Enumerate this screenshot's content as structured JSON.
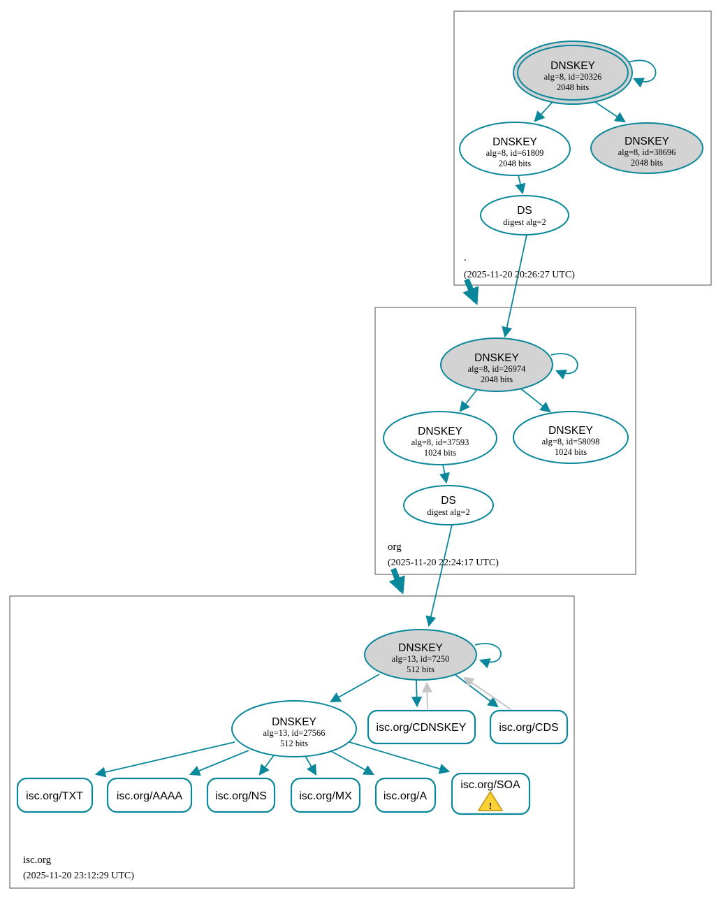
{
  "diagram": {
    "kind": "dnssec-authentication-chain",
    "colors": {
      "secure_edge": "#0a879a",
      "ksk_fill": "#d3d3d3",
      "gray_edge": "#c6c6c6",
      "zone_border": "#4c4c4c",
      "warning_fill": "#fbd232",
      "warning_border": "#c9a227"
    }
  },
  "zones": {
    "root": {
      "name": ".",
      "timestamp": "(2025-11-20 20:26:27 UTC)",
      "ksk": {
        "title": "DNSKEY",
        "detail1": "alg=8, id=20326",
        "detail2": "2048 bits"
      },
      "zsk": {
        "title": "DNSKEY",
        "detail1": "alg=8, id=61809",
        "detail2": "2048 bits"
      },
      "key3": {
        "title": "DNSKEY",
        "detail1": "alg=8, id=38696",
        "detail2": "2048 bits"
      },
      "ds": {
        "title": "DS",
        "detail1": "digest alg=2"
      }
    },
    "org": {
      "name": "org",
      "timestamp": "(2025-11-20 22:24:17 UTC)",
      "ksk": {
        "title": "DNSKEY",
        "detail1": "alg=8, id=26974",
        "detail2": "2048 bits"
      },
      "zsk": {
        "title": "DNSKEY",
        "detail1": "alg=8, id=37593",
        "detail2": "1024 bits"
      },
      "key3": {
        "title": "DNSKEY",
        "detail1": "alg=8, id=58098",
        "detail2": "1024 bits"
      },
      "ds": {
        "title": "DS",
        "detail1": "digest alg=2"
      }
    },
    "isc": {
      "name": "isc.org",
      "timestamp": "(2025-11-20 23:12:29 UTC)",
      "ksk": {
        "title": "DNSKEY",
        "detail1": "alg=13, id=7250",
        "detail2": "512 bits"
      },
      "zsk": {
        "title": "DNSKEY",
        "detail1": "alg=13, id=27566",
        "detail2": "512 bits"
      },
      "cdnskey": {
        "label": "isc.org/CDNSKEY"
      },
      "cds": {
        "label": "isc.org/CDS"
      },
      "rrsets": [
        {
          "label": "isc.org/TXT"
        },
        {
          "label": "isc.org/AAAA"
        },
        {
          "label": "isc.org/NS"
        },
        {
          "label": "isc.org/MX"
        },
        {
          "label": "isc.org/A"
        }
      ],
      "soa": {
        "label": "isc.org/SOA",
        "warning_glyph": "!"
      }
    }
  }
}
